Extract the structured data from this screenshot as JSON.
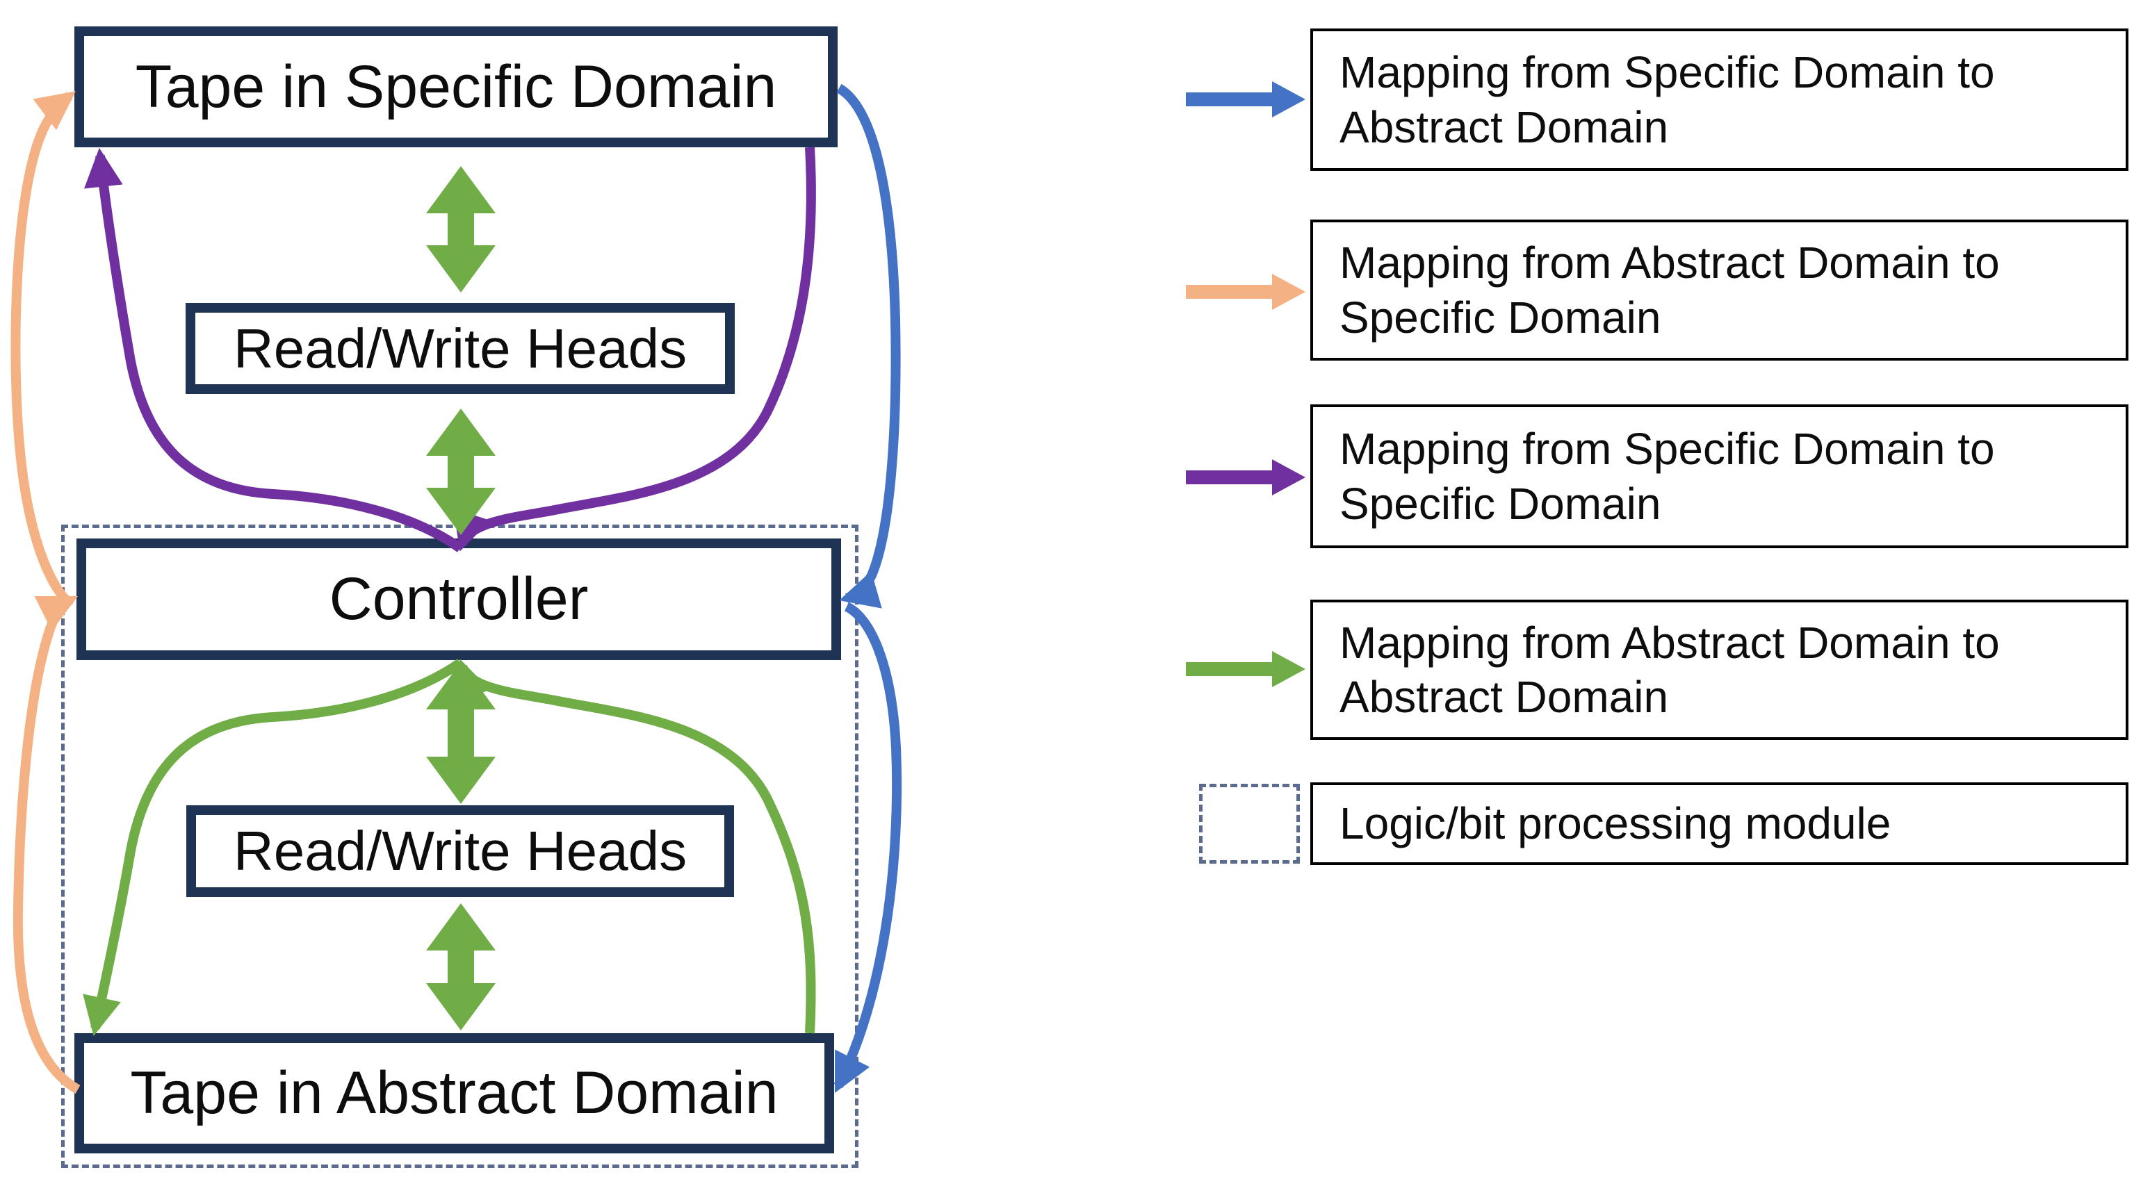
{
  "diagram": {
    "nodes": {
      "tape_specific": {
        "label": "Tape in Specific Domain"
      },
      "rw_heads_top": {
        "label": "Read/Write Heads"
      },
      "controller": {
        "label": "Controller"
      },
      "rw_heads_bottom": {
        "label": "Read/Write Heads"
      },
      "tape_abstract": {
        "label": "Tape in Abstract Domain"
      }
    }
  },
  "legend": {
    "items": [
      {
        "symbol": "blue-arrow",
        "label": "Mapping from Specific Domain to Abstract Domain"
      },
      {
        "symbol": "orange-arrow",
        "label": "Mapping from Abstract Domain to Specific Domain"
      },
      {
        "symbol": "purple-arrow",
        "label": "Mapping from Specific Domain to Specific Domain"
      },
      {
        "symbol": "green-arrow",
        "label": "Mapping from Abstract Domain to Abstract Domain"
      },
      {
        "symbol": "dashed-box",
        "label": "Logic/bit processing module"
      }
    ]
  },
  "colors": {
    "blue": "#4472C4",
    "orange": "#F4B183",
    "purple": "#7030A0",
    "green": "#70AD47",
    "navy": "#1F3355",
    "dashed_slate": "#5B6B8F",
    "text": "#0D0D0D",
    "background": "#FFFFFF"
  }
}
